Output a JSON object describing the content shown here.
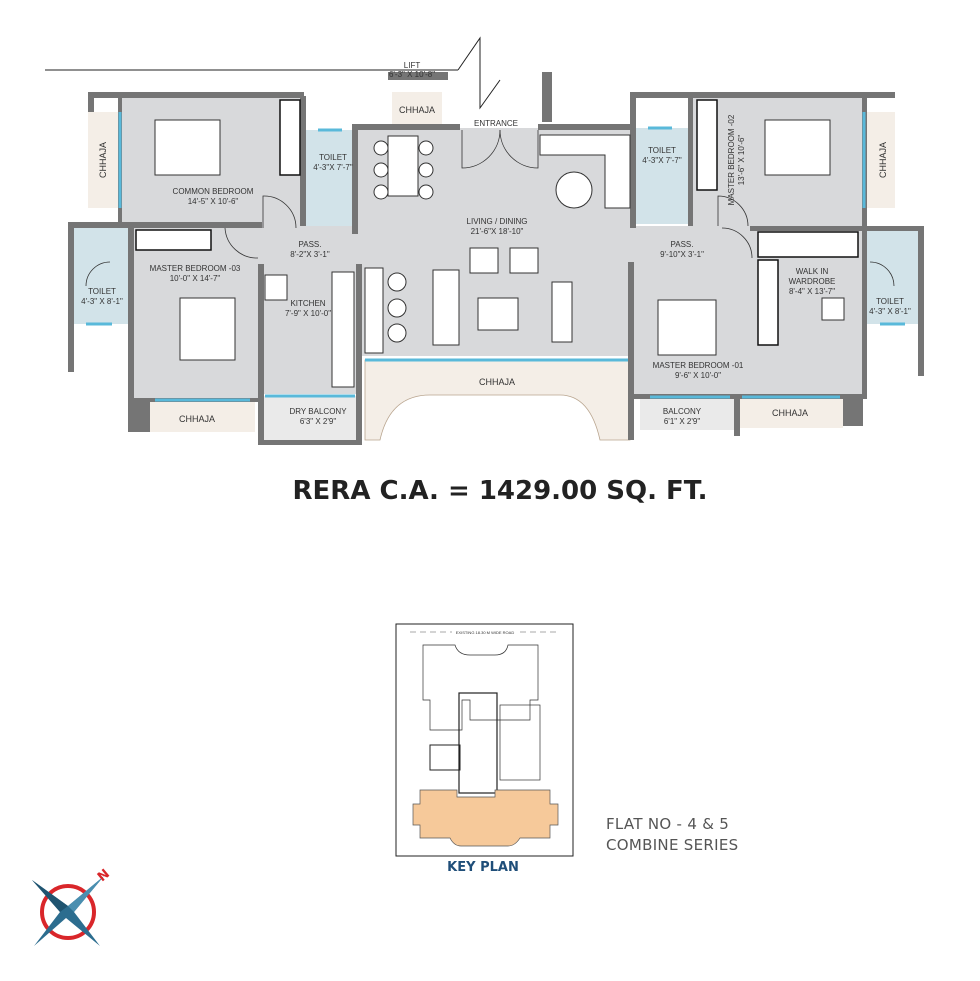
{
  "plan": {
    "lift": {
      "label": "LIFT",
      "size": "6'-3\" X 10'-8\""
    },
    "entrance": "ENTRANCE",
    "rooms": {
      "common_bedroom": {
        "label": "COMMON BEDROOM",
        "size": "14'-5\" X 10'-6\""
      },
      "toilet_left_top": {
        "label": "TOILET",
        "size": "4'-3\"X 7'-7\""
      },
      "living_dining": {
        "label": "LIVING / DINING",
        "size": "21'-6\"X 18'-10\""
      },
      "pass_left": {
        "label": "PASS.",
        "size": "8'-2\"X 3'-1\""
      },
      "master_bedroom_03": {
        "label": "MASTER BEDROOM -03",
        "size": "10'-0\" X 14'-7\""
      },
      "toilet_left": {
        "label": "TOILET",
        "size": "4'-3\" X 8'-1\""
      },
      "kitchen": {
        "label": "KITCHEN",
        "size": "7'-9\" X 10'-0\""
      },
      "dry_balcony": {
        "label": "DRY BALCONY",
        "size": "6'3\" X 2'9\""
      },
      "toilet_right_top": {
        "label": "TOILET",
        "size": "4'-3\"X 7'-7\""
      },
      "master_bedroom_02": {
        "label": "MASTER BEDROOM -02",
        "size": "13'-6\" X 10'-6\""
      },
      "pass_right": {
        "label": "PASS.",
        "size": "9'-10\"X 3'-1\""
      },
      "master_bedroom_01": {
        "label": "MASTER BEDROOM -01",
        "size": "9'-6\" X 10'-0\""
      },
      "walk_in_wardrobe": {
        "label_1": "WALK IN",
        "label_2": "WARDROBE",
        "size": "8'-4\" X 13'-7\""
      },
      "toilet_right": {
        "label": "TOILET",
        "size": "4'-3\" X 8'-1\""
      },
      "balcony": {
        "label": "BALCONY",
        "size": "6'1\" X 2'9\""
      }
    },
    "chhaja": "CHHAJA"
  },
  "rera": "RERA C.A. = 1429.00 SQ. FT.",
  "key_plan": {
    "road": "EXISTING 18.30 M WIDE ROAD",
    "label": "KEY PLAN",
    "highlight_color": "#f6c99a"
  },
  "flat_info": {
    "line1": "FLAT NO - 4 & 5",
    "line2": "COMBINE SERIES"
  },
  "compass": {
    "north": "N",
    "icon": "compass-rose-icon"
  },
  "colors": {
    "floor": "#d8d9db",
    "wet_area": "#d2e3e9",
    "chhaja": "#f4eee7",
    "wall": "#757575",
    "window": "#59b9da"
  }
}
